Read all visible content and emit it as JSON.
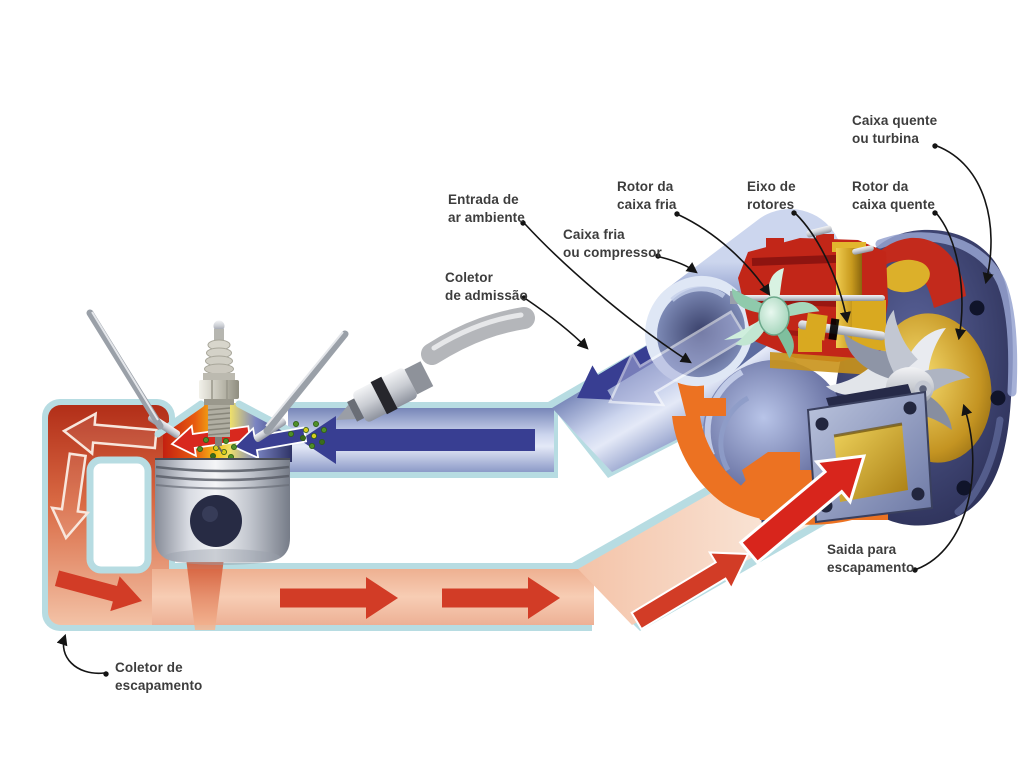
{
  "diagram": {
    "title": "Turbocharger air and exhaust flow diagram",
    "labels": {
      "caixa_quente_ou_turbina": "Caixa quente\nou turbina",
      "rotor_da_caixa_fria": "Rotor da\ncaixa fria",
      "eixo_de_rotores": "Eixo de\nrotores",
      "rotor_da_caixa_quente": "Rotor da\ncaixa quente",
      "entrada_de_ar_ambiente": "Entrada de\nar ambiente",
      "caixa_fria_ou_compressor": "Caixa fria\nou compressor",
      "coletor_de_admissao": "Coletor\nde admissão",
      "saida_para_escapamento": "Saida para\nescapamento",
      "coletor_de_escapamento": "Coletor de\nescapamento"
    },
    "colors": {
      "exhaust_red": "#c0311c",
      "exhaust_salmon": "#f3c2a6",
      "exhaust_arrow": "#d23c26",
      "intake_blue_light": "#ccd5ee",
      "intake_arrow": "#383e92",
      "pipe_border_teal": "#b7dce2",
      "turbo_navy": "#262a4e",
      "cutaway_red": "#c32a1c",
      "volute_orange": "#ec7222",
      "gold": "#d9a920",
      "compressor_mint": "#bfe8d0",
      "leader_line": "#141414"
    }
  }
}
